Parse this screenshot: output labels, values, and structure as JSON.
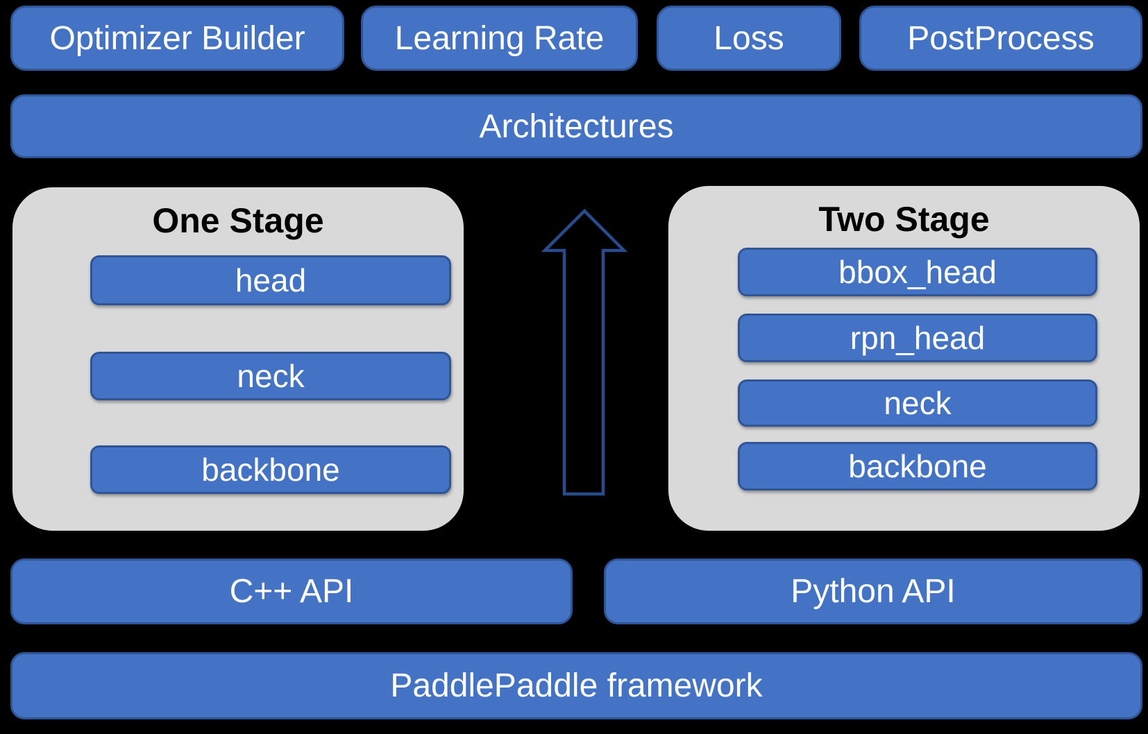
{
  "colors": {
    "background": "#000000",
    "box_fill": "#4472c4",
    "box_border": "#2f5597",
    "panel_fill": "#d9d9d9",
    "arrow_outline": "#2a4a8e",
    "text_light": "#ffffff",
    "text_dark": "#000000"
  },
  "top_row": {
    "items": [
      {
        "label": "Optimizer Builder"
      },
      {
        "label": "Learning Rate"
      },
      {
        "label": "Loss"
      },
      {
        "label": "PostProcess"
      }
    ]
  },
  "architectures": {
    "label": "Architectures"
  },
  "one_stage": {
    "title": "One Stage",
    "components": [
      "head",
      "neck",
      "backbone"
    ]
  },
  "two_stage": {
    "title": "Two Stage",
    "components": [
      "bbox_head",
      "rpn_head",
      "neck",
      "backbone"
    ]
  },
  "arrow": {
    "name": "up-arrow"
  },
  "api_row": {
    "cpp_label": "C++ API",
    "python_label": "Python API"
  },
  "framework": {
    "label": "PaddlePaddle framework"
  }
}
